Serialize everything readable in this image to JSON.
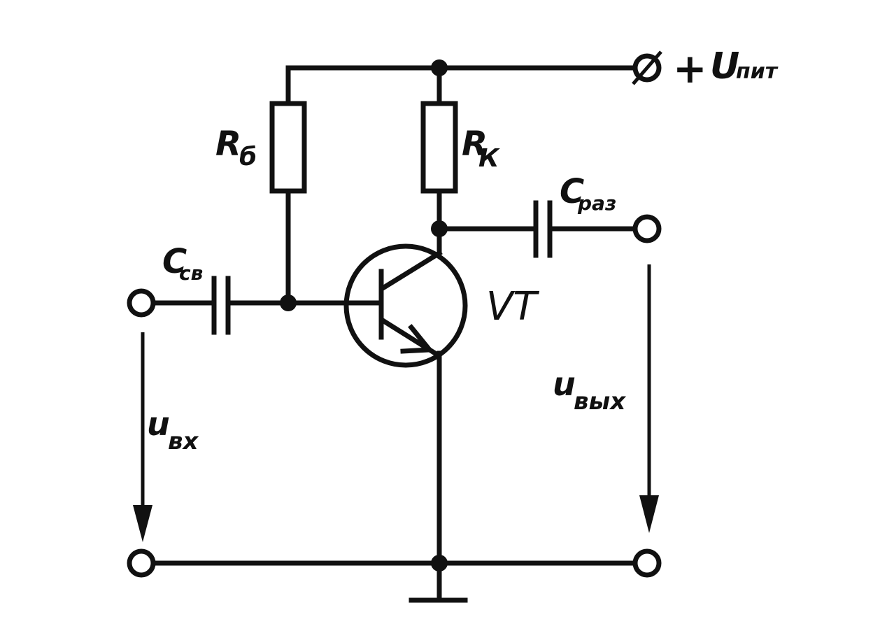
{
  "labels": {
    "supply_sign": "+",
    "supply_main": "U",
    "supply_sub": "пит",
    "rb_main": "R",
    "rb_sub": "б",
    "rk_main": "R",
    "rk_sub": "К",
    "csv_main": "C",
    "csv_sub": "св",
    "craz_main": "C",
    "craz_sub": "раз",
    "transistor": "VT",
    "uin_main": "u",
    "uin_sub": "вх",
    "uout_main": "u",
    "uout_sub": "вых"
  },
  "colors": {
    "ink": "#111111",
    "background": "#ffffff"
  }
}
